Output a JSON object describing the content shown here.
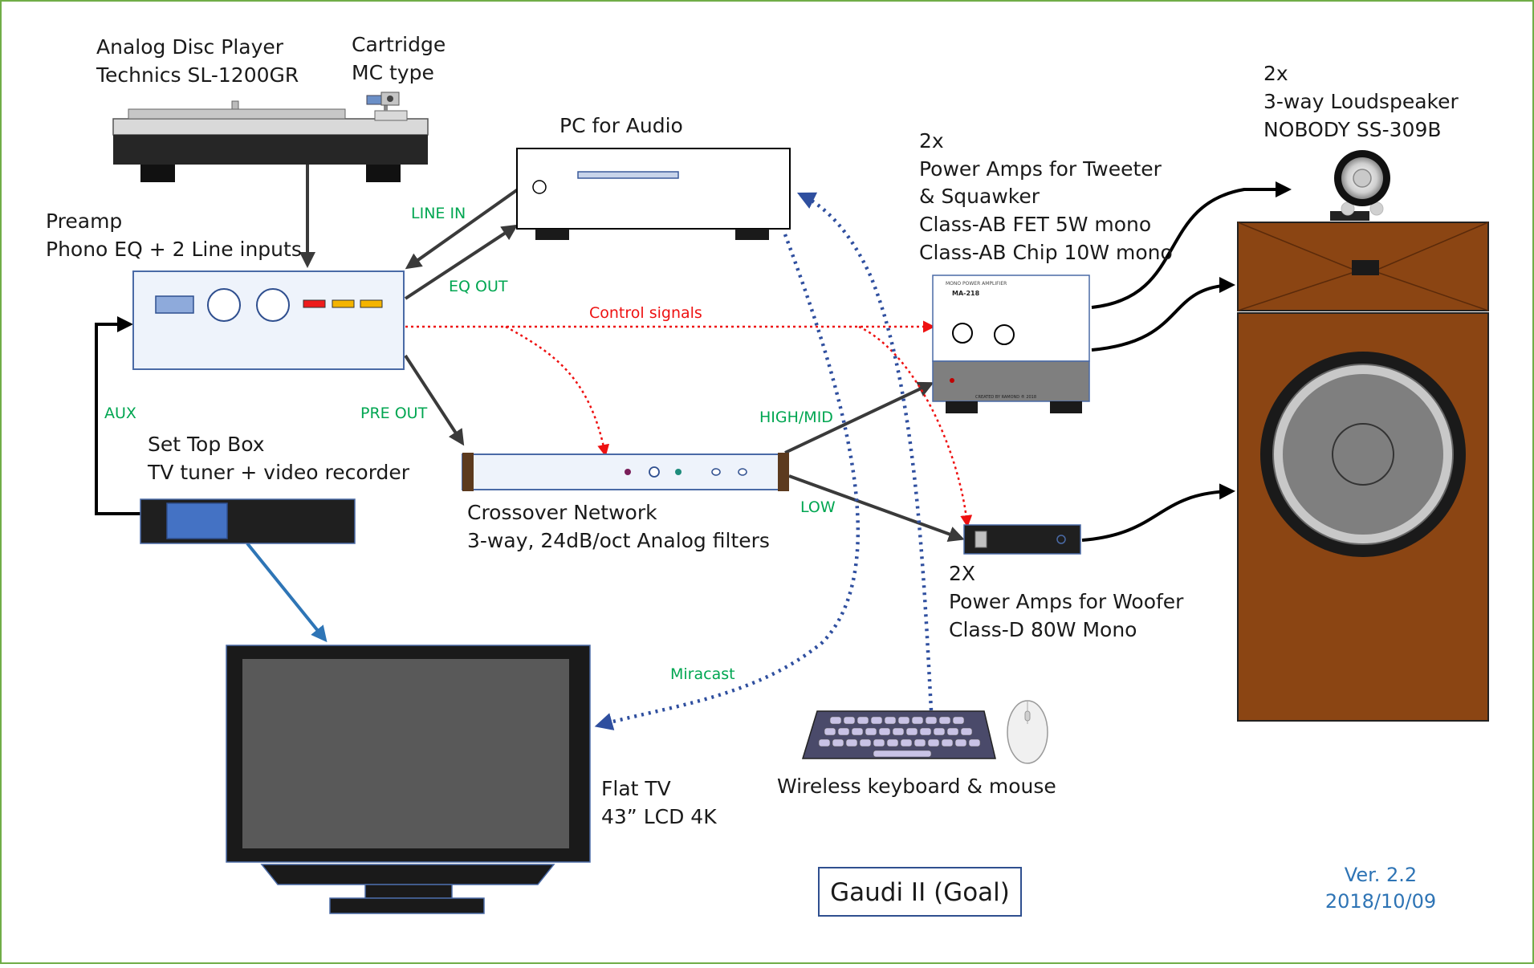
{
  "turntable": {
    "line1": "Analog Disc Player",
    "line2": "Technics  SL-1200GR"
  },
  "cartridge": {
    "line1": "Cartridge",
    "line2": "MC type"
  },
  "pc": {
    "label": "PC for Audio"
  },
  "preamp": {
    "line1": "Preamp",
    "line2": "Phono EQ + 2 Line inputs"
  },
  "settop": {
    "line1": "Set Top Box",
    "line2": "TV tuner + video recorder"
  },
  "crossover": {
    "line1": "Crossover Network",
    "line2": "3-way, 24dB/oct Analog filters"
  },
  "amp_hi": {
    "line1": "2x",
    "line2": "Power Amps for Tweeter",
    "line3": "& Squawker",
    "line4": "Class-AB FET 5W mono",
    "line5": "Class-AB Chip 10W mono",
    "panel_title": "MONO POWER AMPLIFIER",
    "model": "MA-218",
    "footer": "CREATED BY RAMOND ® 2018"
  },
  "amp_woofer": {
    "line1": "2X",
    "line2": "Power Amps for Woofer",
    "line3": "Class-D 80W Mono"
  },
  "speaker": {
    "line1": "2x",
    "line2": "3-way Loudspeaker",
    "line3": "NOBODY  SS-309B"
  },
  "tv": {
    "line1": "Flat TV",
    "line2": "43” LCD 4K"
  },
  "keyboard": {
    "label": "Wireless keyboard & mouse"
  },
  "connections": {
    "line_in": "LINE IN",
    "eq_out": "EQ OUT",
    "pre_out": "PRE OUT",
    "aux": "AUX",
    "control": "Control signals",
    "high_mid": "HIGH/MID",
    "low": "LOW",
    "miracast": "Miracast"
  },
  "title": "Gaudi II (Goal)",
  "version": {
    "line1": "Ver. 2.2",
    "line2": "2018/10/09"
  },
  "colors": {
    "frame": "#70ad47",
    "label_green": "#00a651",
    "control_red": "#ee1111",
    "wireless_blue": "#2f4f9f",
    "version_blue": "#2e74b5",
    "cabinet_brown": "#8b4513",
    "device_panel": "#eef3fb",
    "device_border": "#4a6aa6"
  }
}
